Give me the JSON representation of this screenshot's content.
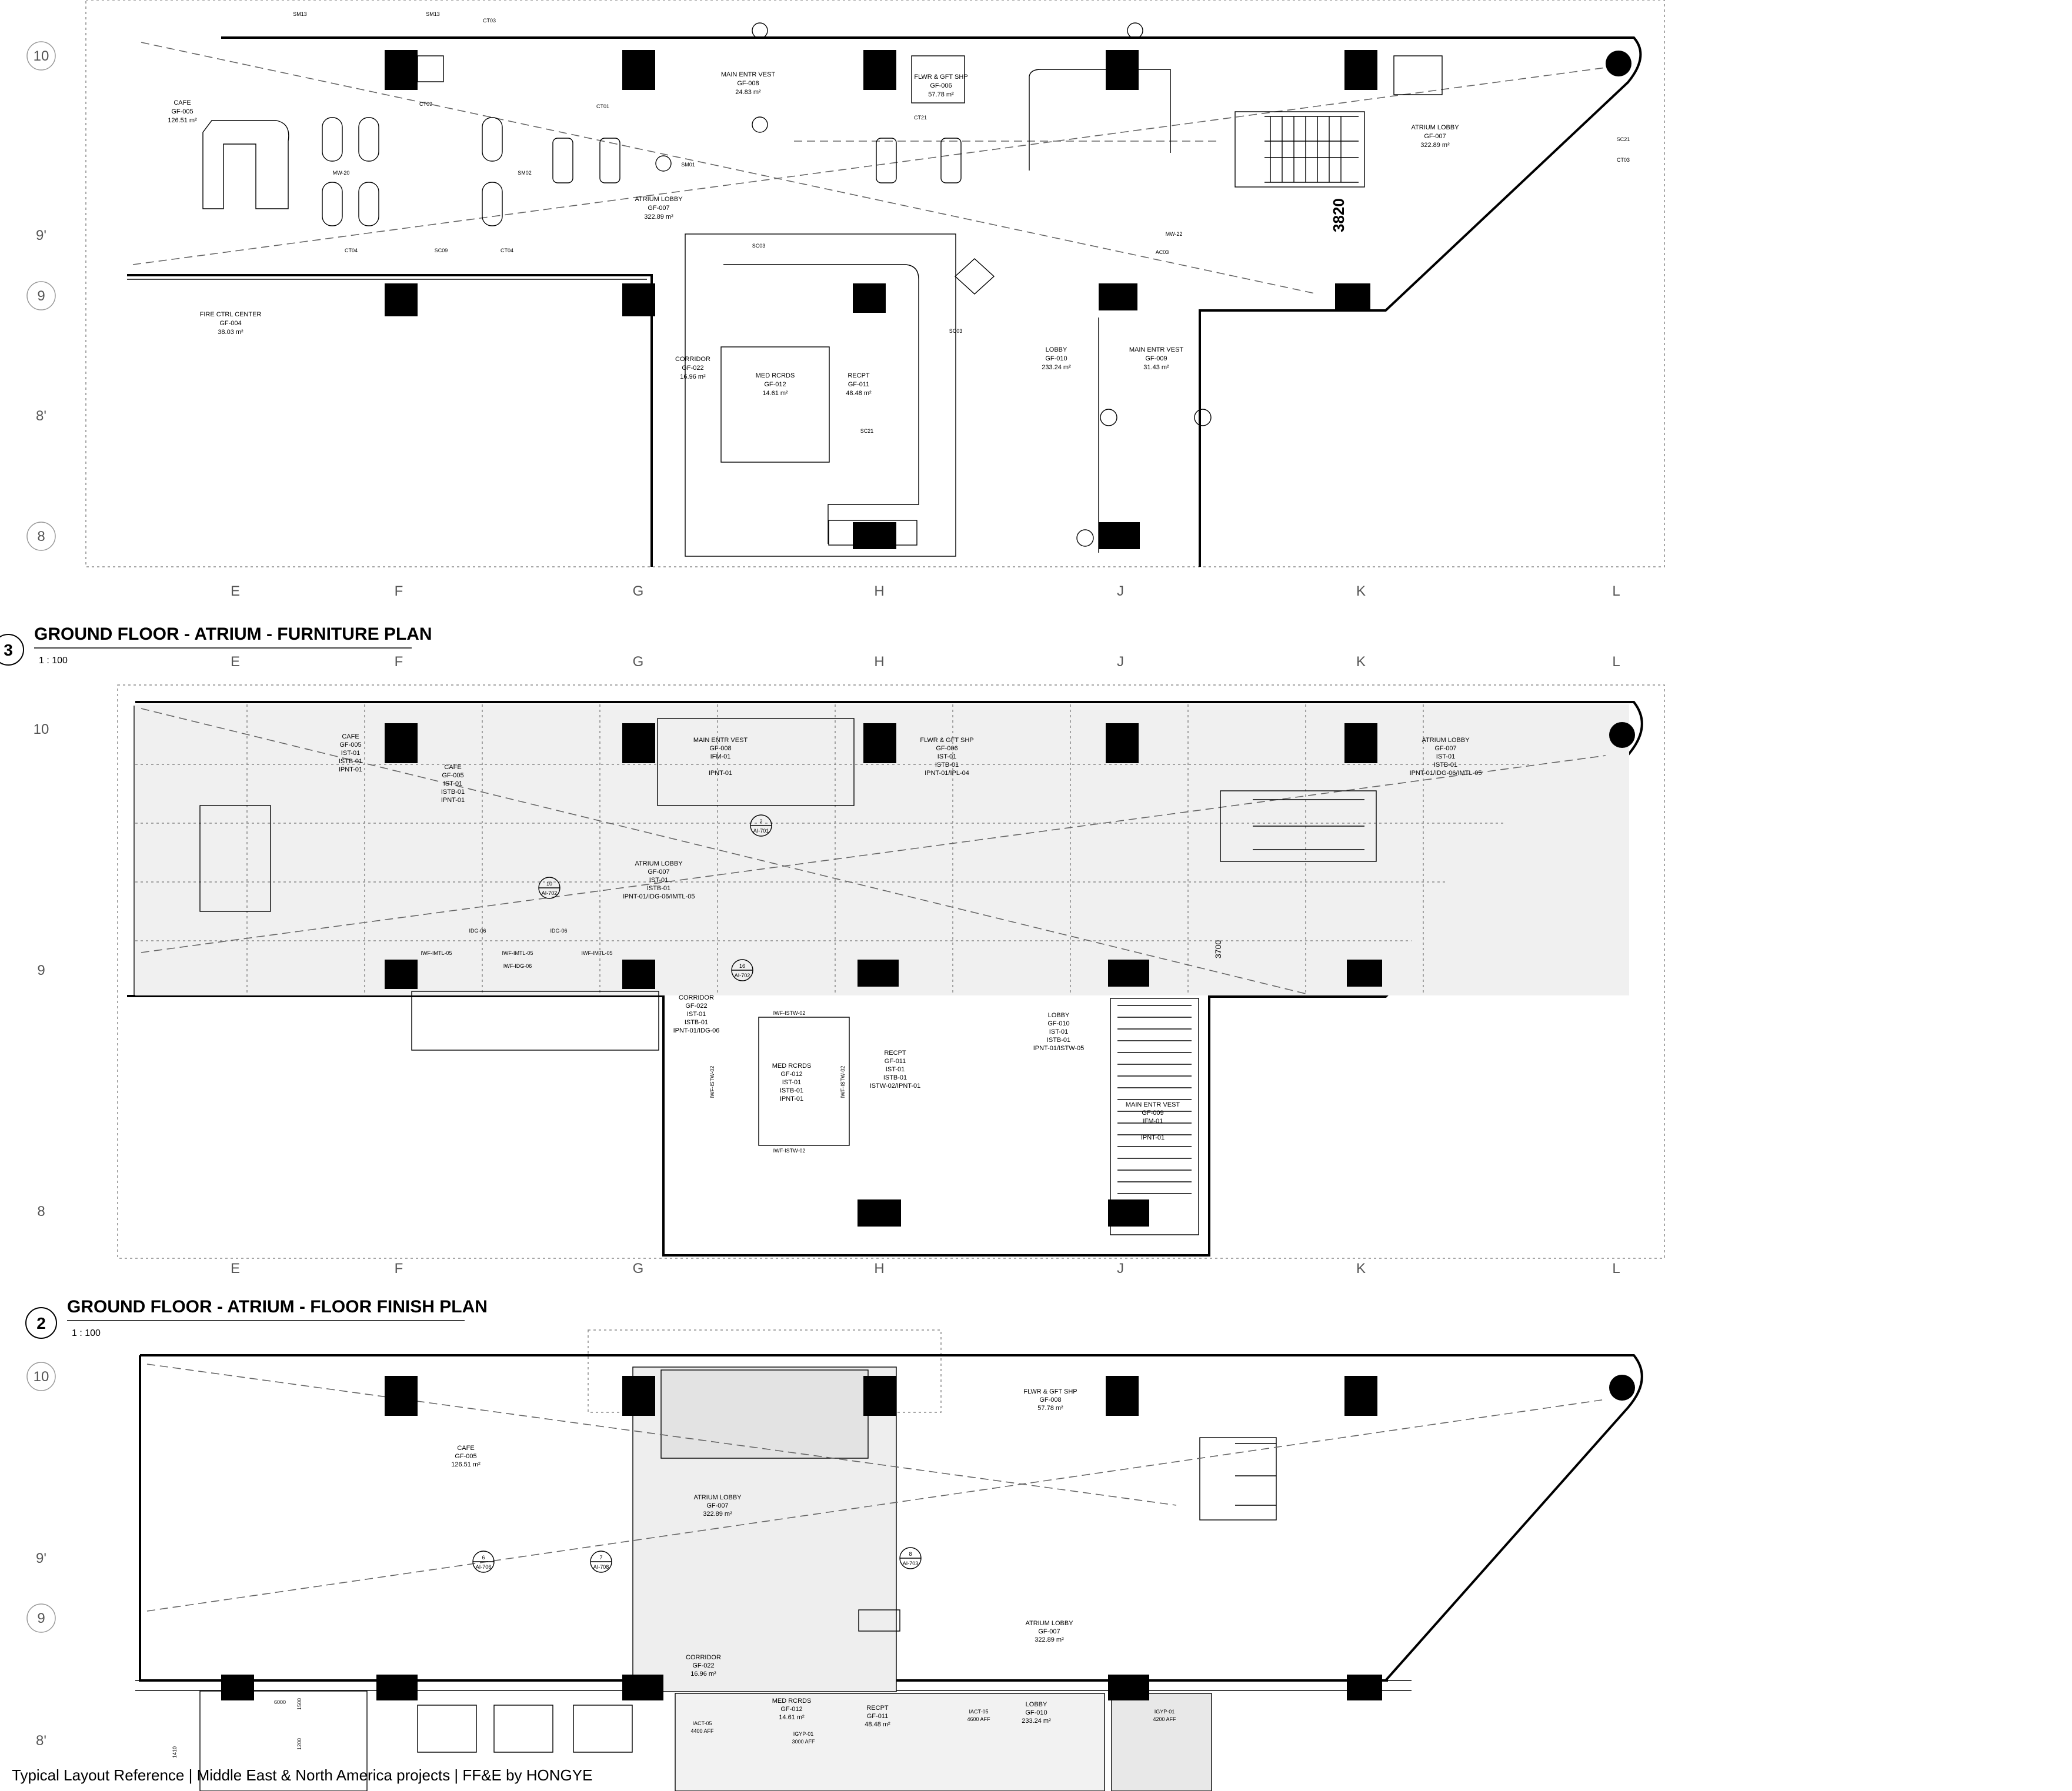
{
  "footer": "Typical Layout Reference  |  Middle East & North America projects  |  FF&E by HONGYE",
  "grid": {
    "columns": [
      "E",
      "F",
      "G",
      "H",
      "J",
      "K",
      "L"
    ],
    "rows": [
      "10",
      "9'",
      "9",
      "8'",
      "8"
    ]
  },
  "plans": [
    {
      "number": "3",
      "title": "GROUND FLOOR - ATRIUM - FURNITURE PLAN",
      "scale": "1 : 100",
      "dimension": "3820",
      "rooms": [
        {
          "name": "CAFE",
          "code": "GF-005",
          "area": "126.51 m²"
        },
        {
          "name": "MAIN ENTR VEST",
          "code": "GF-008",
          "area": "24.83 m²"
        },
        {
          "name": "FLWR & GFT SHP",
          "code": "GF-006",
          "area": "57.78 m²"
        },
        {
          "name": "ATRIUM LOBBY",
          "code": "GF-007",
          "area": "322.89 m²"
        },
        {
          "name": "ATRIUM LOBBY",
          "code": "GF-007",
          "area": "322.89 m²"
        },
        {
          "name": "FIRE CTRL CENTER",
          "code": "GF-004",
          "area": "38.03 m²"
        },
        {
          "name": "CORRIDOR",
          "code": "GF-022",
          "area": "16.96 m²"
        },
        {
          "name": "MED RCRDS",
          "code": "GF-012",
          "area": "14.61 m²"
        },
        {
          "name": "RECPT",
          "code": "GF-011",
          "area": "48.48 m²"
        },
        {
          "name": "LOBBY",
          "code": "GF-010",
          "area": "233.24 m²"
        },
        {
          "name": "MAIN ENTR VEST",
          "code": "GF-009",
          "area": "31.43 m²"
        }
      ],
      "tags": [
        "SM13",
        "SM13",
        "CT03",
        "CT09",
        "CT01",
        "CT21",
        "SM01",
        "SM02",
        "CT04",
        "CT04",
        "SC09",
        "SC03",
        "SC03",
        "SC21",
        "CT03",
        "MW-20",
        "MW-22",
        "AC03",
        "SC21"
      ]
    },
    {
      "number": "2",
      "title": "GROUND FLOOR - ATRIUM - FLOOR FINISH PLAN",
      "scale": "1 : 100",
      "dimension": "3700",
      "rooms": [
        {
          "name": "CAFE",
          "code": "GF-005",
          "finishes": [
            "IST-01",
            "ISTB-01",
            "IPNT-01"
          ]
        },
        {
          "name": "CAFE",
          "code": "GF-005",
          "finishes": [
            "IST-01",
            "ISTB-01",
            "IPNT-01"
          ]
        },
        {
          "name": "MAIN ENTR VEST",
          "code": "GF-008",
          "finishes": [
            "IFM-01",
            "IPNT-01"
          ]
        },
        {
          "name": "FLWR & GFT SHP",
          "code": "GF-006",
          "finishes": [
            "IST-01",
            "ISTB-01",
            "IPNT-01/IPL-04"
          ]
        },
        {
          "name": "ATRIUM LOBBY",
          "code": "GF-007",
          "finishes": [
            "IST-01",
            "ISTB-01",
            "IPNT-01/IDG-06/IMTL-05"
          ]
        },
        {
          "name": "ATRIUM LOBBY",
          "code": "GF-007",
          "finishes": [
            "IST-01",
            "ISTB-01",
            "IPNT-01/IDG-06/IMTL-05"
          ]
        },
        {
          "name": "CORRIDOR",
          "code": "GF-022",
          "finishes": [
            "IST-01",
            "ISTB-01",
            "IPNT-01/IDG-06"
          ]
        },
        {
          "name": "MED RCRDS",
          "code": "GF-012",
          "finishes": [
            "IST-01",
            "ISTB-01",
            "IPNT-01"
          ]
        },
        {
          "name": "RECPT",
          "code": "GF-011",
          "finishes": [
            "IST-01",
            "ISTB-01",
            "ISTW-02/IPNT-01"
          ]
        },
        {
          "name": "LOBBY",
          "code": "GF-010",
          "finishes": [
            "IST-01",
            "ISTB-01",
            "IPNT-01/ISTW-05"
          ]
        },
        {
          "name": "MAIN ENTR VEST",
          "code": "GF-009",
          "finishes": [
            "IFM-01",
            "IPNT-01"
          ]
        }
      ],
      "callouts": [
        {
          "num": "2",
          "ref": "AI-701"
        },
        {
          "num": "10",
          "ref": "AI-702"
        },
        {
          "num": "16",
          "ref": "AI-702"
        }
      ],
      "tags": [
        "IDG-06",
        "IDG-06",
        "IWF-IMTL-05",
        "IWF-IMTL-05",
        "IWF-IDG-06",
        "IWF-IMTL-05",
        "IWF-ISTW-02",
        "IWF-ISTW-02",
        "IWF-ISTW-02",
        "IWF-ISTW-02"
      ]
    },
    {
      "number": "",
      "title": "",
      "scale": "",
      "rooms": [
        {
          "name": "CAFE",
          "code": "GF-005",
          "area": "126.51 m²"
        },
        {
          "name": "FLWR & GFT SHP",
          "code": "GF-008",
          "area": "57.78 m²"
        },
        {
          "name": "ATRIUM LOBBY",
          "code": "GF-007",
          "area": "322.89 m²"
        },
        {
          "name": "ATRIUM LOBBY",
          "code": "GF-007",
          "area": "322.89 m²"
        },
        {
          "name": "CORRIDOR",
          "code": "GF-022",
          "area": "16.96 m²"
        },
        {
          "name": "MED RCRDS",
          "code": "GF-012",
          "area": "14.61 m²"
        },
        {
          "name": "RECPT",
          "code": "GF-011",
          "area": "48.48 m²"
        },
        {
          "name": "LOBBY",
          "code": "GF-010",
          "area": "233.24 m²"
        }
      ],
      "callouts": [
        {
          "num": "6",
          "ref": "AI-706"
        },
        {
          "num": "7",
          "ref": "AI-708"
        },
        {
          "num": "8",
          "ref": "AI-703"
        }
      ],
      "ceiling_tags": [
        "IACT-05",
        "IGYP-01",
        "IACT-05",
        "IGYP-01"
      ],
      "ceiling_heights": [
        "4400 AFF",
        "3000 AFF",
        "4600 AFF",
        "4200 AFF"
      ],
      "dims": [
        "6000",
        "1500",
        "1200",
        "1410"
      ]
    }
  ]
}
